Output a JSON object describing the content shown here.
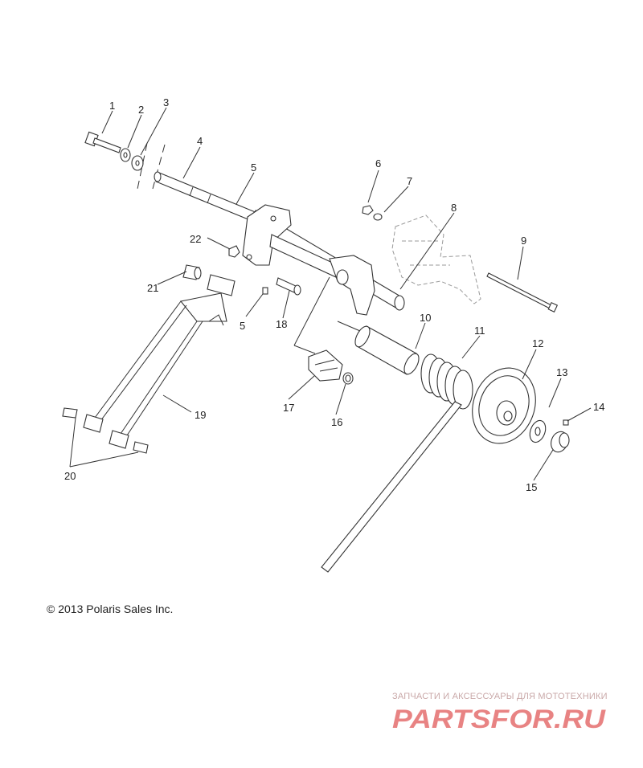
{
  "callouts": [
    {
      "id": "1",
      "label": "1"
    },
    {
      "id": "2",
      "label": "2"
    },
    {
      "id": "3",
      "label": "3"
    },
    {
      "id": "4",
      "label": "4"
    },
    {
      "id": "5a",
      "label": "5"
    },
    {
      "id": "5b",
      "label": "5"
    },
    {
      "id": "6",
      "label": "6"
    },
    {
      "id": "7",
      "label": "7"
    },
    {
      "id": "8",
      "label": "8"
    },
    {
      "id": "9",
      "label": "9"
    },
    {
      "id": "10",
      "label": "10"
    },
    {
      "id": "11",
      "label": "11"
    },
    {
      "id": "12",
      "label": "12"
    },
    {
      "id": "13",
      "label": "13"
    },
    {
      "id": "14",
      "label": "14"
    },
    {
      "id": "15",
      "label": "15"
    },
    {
      "id": "16",
      "label": "16"
    },
    {
      "id": "17",
      "label": "17"
    },
    {
      "id": "18",
      "label": "18"
    },
    {
      "id": "19",
      "label": "19"
    },
    {
      "id": "20",
      "label": "20"
    },
    {
      "id": "21",
      "label": "21"
    },
    {
      "id": "22",
      "label": "22"
    }
  ],
  "copyright": "© 2013 Polaris Sales Inc.",
  "watermark": {
    "caption": "ЗАПЧАСТИ И АКСЕССУАРЫ ДЛЯ МОТОТЕХНИКИ",
    "logo_text": "PARTSFOR.RU",
    "color": "#e05a5a"
  }
}
